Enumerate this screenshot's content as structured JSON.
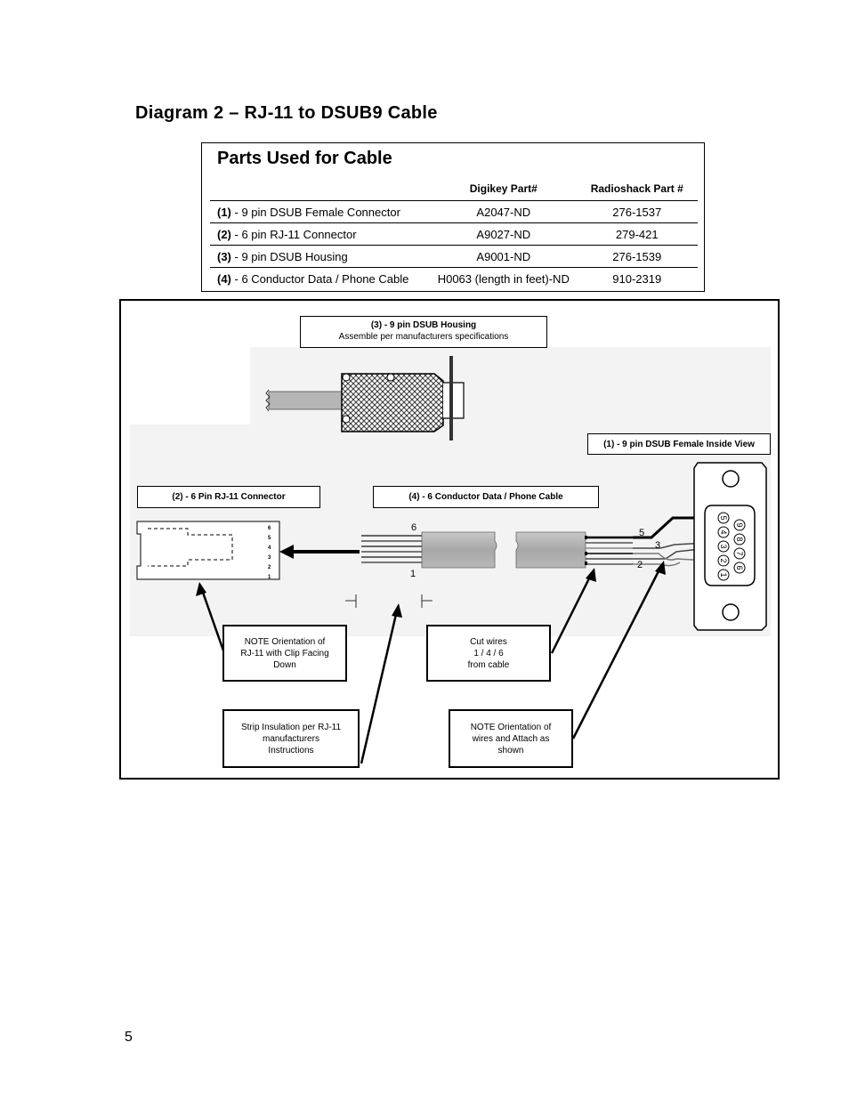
{
  "heading": "Diagram 2 – RJ-11 to DSUB9 Cable",
  "parts": {
    "title": "Parts Used for Cable",
    "headers": {
      "desc": "",
      "digikey": "Digikey Part#",
      "radioshack": "Radioshack Part #"
    },
    "rows": [
      {
        "num": "(1)",
        "desc": " - 9 pin DSUB Female Connector",
        "digikey": "A2047-ND",
        "radioshack": "276-1537"
      },
      {
        "num": "(2)",
        "desc": " - 6 pin RJ-11 Connector",
        "digikey": "A9027-ND",
        "radioshack": "279-421"
      },
      {
        "num": "(3)",
        "desc": " - 9 pin DSUB Housing",
        "digikey": "A9001-ND",
        "radioshack": "276-1539"
      },
      {
        "num": "(4)",
        "desc": " - 6 Conductor Data / Phone Cable",
        "digikey": "H0063 (length in feet)-ND",
        "radioshack": "910-2319"
      }
    ]
  },
  "diagram": {
    "housing_label": {
      "title": "(3) - 9 pin DSUB Housing",
      "sub": "Assemble per manufacturers specifications"
    },
    "dsub_label": "(1) - 9 pin DSUB Female Inside View",
    "rj11_label": "(2) - 6 Pin RJ-11 Connector",
    "cable_label": "(4) - 6 Conductor Data / Phone Cable",
    "rj11_pins": [
      "6",
      "5",
      "4",
      "3",
      "2",
      "1"
    ],
    "cable_wire_numbers": {
      "top": "6",
      "bottom": "1"
    },
    "dsub_wire_numbers": {
      "w5": "5",
      "w3": "3",
      "w2": "2"
    },
    "dsub_pins": [
      "5",
      "4",
      "3",
      "2",
      "1",
      "9",
      "8",
      "7",
      "6"
    ],
    "notes": {
      "clip": "NOTE Orientation of\nRJ-11 with Clip Facing\nDown",
      "cut": "Cut wires\n1 / 4 / 6\nfrom cable",
      "strip": "Strip Insulation per RJ-11\nmanufacturers\nInstructions",
      "orient": "NOTE Orientation of\nwires and Attach as\nshown"
    }
  },
  "page_number": "5"
}
